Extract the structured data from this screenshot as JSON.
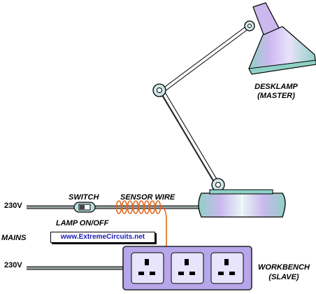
{
  "labels": {
    "desklamp": "DESKLAMP",
    "master": "(MASTER)",
    "switch": "SWITCH",
    "sensor_wire": "SENSOR WIRE",
    "lamp_onoff": "LAMP ON/OFF",
    "mains": "MAINS",
    "voltage_top": "230V",
    "voltage_bottom": "230V",
    "workbench": "WORKBENCH",
    "slave": "(SLAVE)"
  },
  "watermark": "www.ExtremeCircuits.net",
  "colors": {
    "lamp_body": "#b9dede",
    "lamp_highlight": "#d8c8f0",
    "lamp_shade": "#cbb8ee",
    "strip_body": "#b7a7ea",
    "cable": "#7f8f8f",
    "sensor_coil": "#e2661c",
    "url_text": "#1a1ab8"
  }
}
